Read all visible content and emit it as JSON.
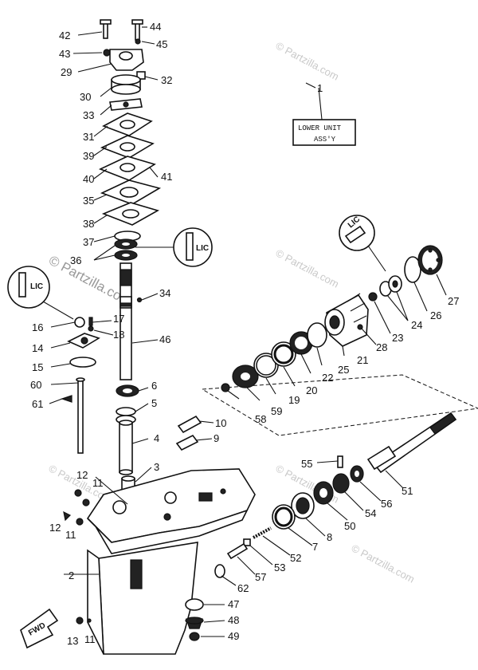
{
  "watermarks": [
    "© Partzilla.com",
    "© Partzilla.com",
    "© Partzilla.com",
    "© Partzilla.com",
    "© Partzilla.com",
    "© Partzilla.com"
  ],
  "label_box": {
    "line1": "LOWER UNIT",
    "line2": "ASS'Y"
  },
  "grease_marks": [
    "LIC",
    "LIC",
    "LIC"
  ],
  "fwd_label": "FWD",
  "callouts": [
    "1",
    "2",
    "3",
    "4",
    "5",
    "6",
    "7",
    "8",
    "9",
    "10",
    "11",
    "11",
    "11",
    "12",
    "12",
    "13",
    "14",
    "15",
    "16",
    "17",
    "18",
    "19",
    "20",
    "21",
    "22",
    "23",
    "24",
    "24",
    "25",
    "26",
    "27",
    "28",
    "29",
    "30",
    "31",
    "32",
    "33",
    "34",
    "35",
    "36",
    "37",
    "38",
    "39",
    "40",
    "41",
    "42",
    "43",
    "44",
    "45",
    "46",
    "47",
    "48",
    "49",
    "50",
    "51",
    "52",
    "53",
    "54",
    "55",
    "56",
    "57",
    "58",
    "59",
    "60",
    "61",
    "62"
  ]
}
